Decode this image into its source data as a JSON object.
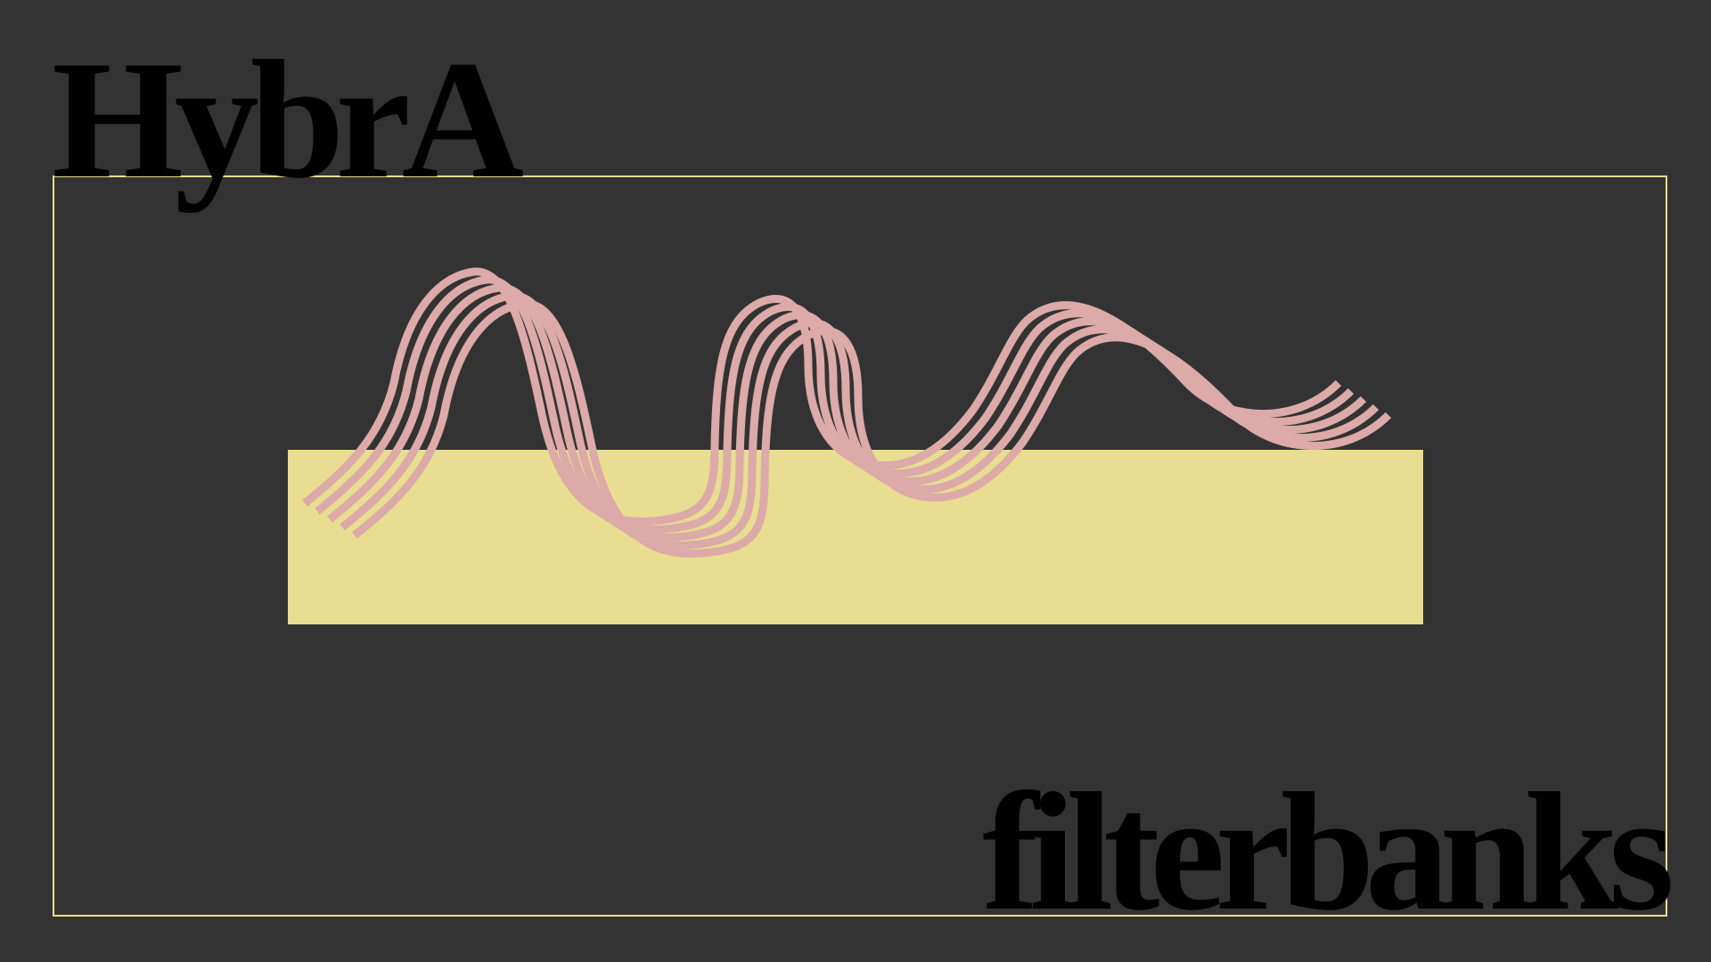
{
  "logo": {
    "title": "HybrA",
    "subtitle": "filterbanks"
  },
  "colors": {
    "background": "#333333",
    "accent": "#e8dd90",
    "wave": "#dcaaa8",
    "text": "#000000"
  },
  "graphic": {
    "strand_count": 5,
    "description_icon": "wavy-filter-strands"
  }
}
